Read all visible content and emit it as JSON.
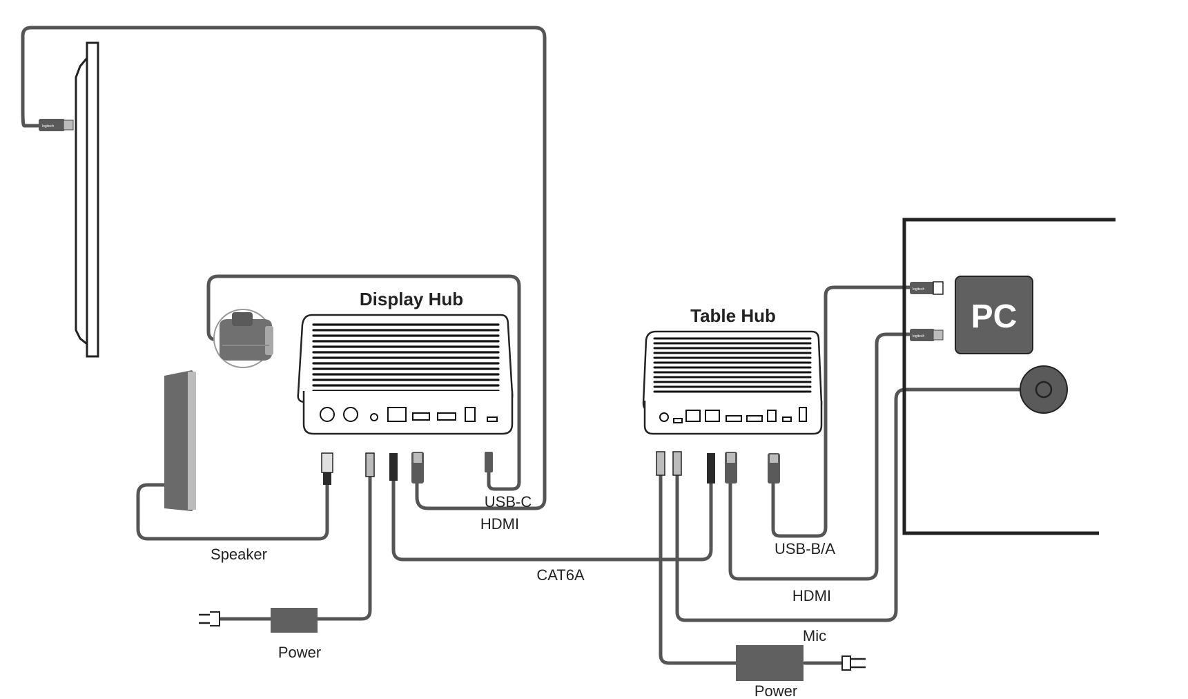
{
  "devices": {
    "display_hub": "Display Hub",
    "table_hub": "Table Hub",
    "pc": "PC"
  },
  "cables": {
    "usb_c": "USB-C",
    "hdmi_display": "HDMI",
    "speaker": "Speaker",
    "cat6a": "CAT6A",
    "power_display": "Power",
    "usb_ba": "USB-B/A",
    "hdmi_table": "HDMI",
    "mic": "Mic",
    "power_table": "Power"
  },
  "connector_brand": "logitech",
  "colors": {
    "cable": "#555555",
    "device_fill": "#606060",
    "outline": "#222222"
  }
}
